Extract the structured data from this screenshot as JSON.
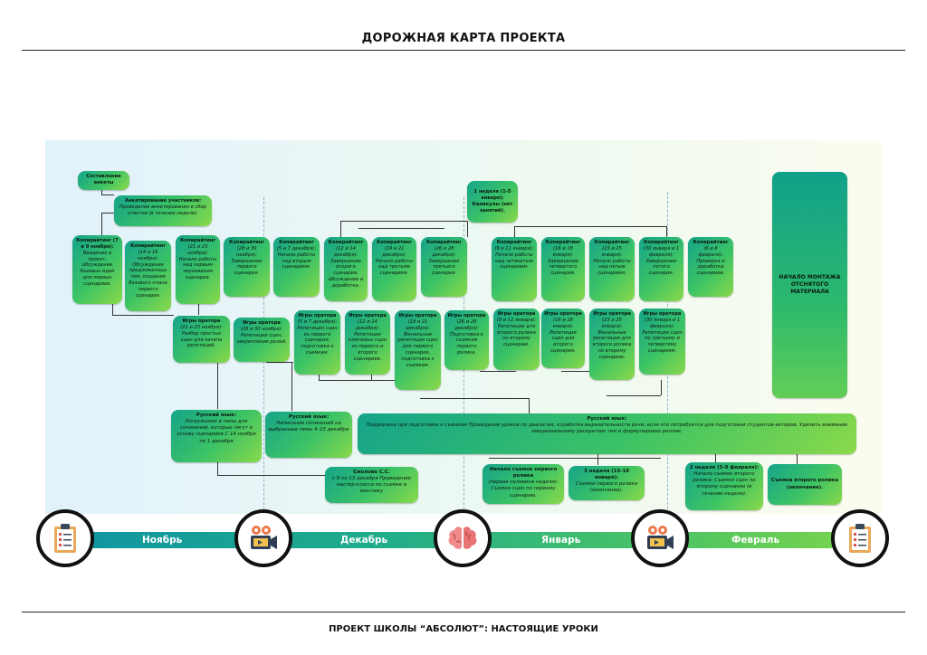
{
  "header": {
    "title": "ДОРОЖНАЯ КАРТА ПРОЕКТА"
  },
  "footer": {
    "title": "ПРОЕКТ ШКОЛЫ “АБСОЛЮТ”: НАСТОЯЩИЕ УРОКИ"
  },
  "timeline": {
    "months": [
      "Ноябрь",
      "Декабрь",
      "Январь",
      "Февраль"
    ],
    "icons": [
      "clipboard-icon",
      "video-camera-icon",
      "brain-icon",
      "video-camera-icon",
      "clipboard-icon"
    ]
  },
  "boxes": {
    "survey": {
      "t": "Составление анкеты",
      "d": ""
    },
    "questioning": {
      "t": "Анкетирование участников:",
      "d": "Проведение анкетирования и сбор ответов (в течение недели)."
    },
    "c1": {
      "t": "Копирайтинг (7 и 9 ноября):",
      "d": "Введение в проект, обсуждение базовых идей для первых сценариев."
    },
    "c2": {
      "t": "Копирайтинг",
      "d": "(14 и 16 ноября): Обсуждение предложенных тем, создание базового плана первого сценария."
    },
    "c3": {
      "t": "Копирайтинг",
      "d": "(21 и 23 ноября): Начало работы над первым черновиком сценария."
    },
    "c4": {
      "t": "Копирайтинг",
      "d": "(28 и 30 ноября): Завершение первого сценария."
    },
    "c5": {
      "t": "Копирайтинг",
      "d": "(5 и 7 декабря): Начало работы над вторым сценарием."
    },
    "c6": {
      "t": "Копирайтинг",
      "d": "(12 и 14 декабря): Завершение второго сценария, обсуждение и доработка."
    },
    "c7": {
      "t": "Копирайтинг",
      "d": "(19 и 21 декабря): Начало работы над третьим сценарием."
    },
    "c8": {
      "t": "Копирайтинг",
      "d": "(26 и 28 декабря): Завершение третьего сценария."
    },
    "holiday": {
      "t": "1 неделя (1-5 января): Каникулы (нет занятий).",
      "d": ""
    },
    "c9": {
      "t": "Копирайтинг",
      "d": "(9 и 11 января): Начало работы над четвертым сценарием."
    },
    "c10": {
      "t": "Копирайтинг",
      "d": "(16 и 18 января): Завершение четвертого сценария."
    },
    "c11": {
      "t": "Копирайтинг",
      "d": "(23 и 25 января): Начало работы над пятым сценарием."
    },
    "c12": {
      "t": "Копирайтинг",
      "d": "(30 января и 1 февраля): Завершение пятого сценария."
    },
    "c13": {
      "t": "Копирайтинг",
      "d": "(6 и 8 февраля): Проверка и доработка сценариев."
    },
    "montage": {
      "t": "НАЧАЛО МОНТАЖА ОТСНЯТОГО МАТЕРИАЛА",
      "d": ""
    },
    "g1": {
      "t": "Игры оратора",
      "d": "(21 и 23 ноября): Разбор простых сцен для начала репетиций."
    },
    "g2": {
      "t": "Игры оратора",
      "d": "(28 и 30 ноября): Репетиции сцен, закрепление ролей."
    },
    "g3": {
      "t": "Игры оратора",
      "d": "(5 и 7 декабря): Репетиции сцен из первого сценария, подготовка к съемкам."
    },
    "g4": {
      "t": "Игры оратора",
      "d": "(12 и 14 декабря): Репетиции ключевых сцен из первого и второго сценариев."
    },
    "g5": {
      "t": "Игры оратора",
      "d": "(19 и 21 декабря): Финальные репетиции сцен для первого сценария, подготовка к съемкам."
    },
    "g6": {
      "t": "Игры оратора",
      "d": "(26 и 28 декабря): Подготовка к съемкам первого ролика."
    },
    "g7": {
      "t": "Игры оратора",
      "d": "(9 и 11 января): Репетиции для второго ролика по второму сценарию."
    },
    "g8": {
      "t": "Игры оратора",
      "d": "(16 и 18 января): Репетиции сцен для второго сценария."
    },
    "g9": {
      "t": "Игры оратора",
      "d": "(23 и 25 января): Финальные репетиции для второго ролика по второму сценарию."
    },
    "g10": {
      "t": "Игры оратора",
      "d": "(30 января и 1 февраля): Репетиции сцен по третьему и четвертому сценариям."
    },
    "r1": {
      "t": "Русский язык:",
      "d": "Погружение в темы для сочинений, которые лягут в основу сценариев С 14 ноября по 1 декабря"
    },
    "r2": {
      "t": "Русский язык:",
      "d": "Написание сочинений на выбранные темы 4–15 декабря"
    },
    "r3": {
      "t": "Русский язык:",
      "d": "Поддержка при подготовке к съемкам Проведение уроков по диалогам, отработка выразительности речи, если это потребуется для подготовки студентов-актеров. Уделить внимание эмоциональному раскрытию тем и формулировке реплик."
    },
    "smolova": {
      "t": "Смолова С.С.",
      "d": "с 9 по 13 декабря Проведение мастер-класса по съемке и монтажу"
    },
    "shoot1": {
      "t": "Начало съемок первого ролика",
      "d": "(первая половина недели): Съемки сцен по первому сценарию."
    },
    "week3": {
      "t": "3 неделя (15-19 января):",
      "d": "Съемки первого ролика (окончание)."
    },
    "week2f": {
      "t": "2 неделя (5-9 февраля):",
      "d": "Начало съемок второго ролика: Съемки сцен по второму сценарию (в течение недели)."
    },
    "shoot2": {
      "t": "Съемки второго ролика (окончание).",
      "d": ""
    }
  }
}
